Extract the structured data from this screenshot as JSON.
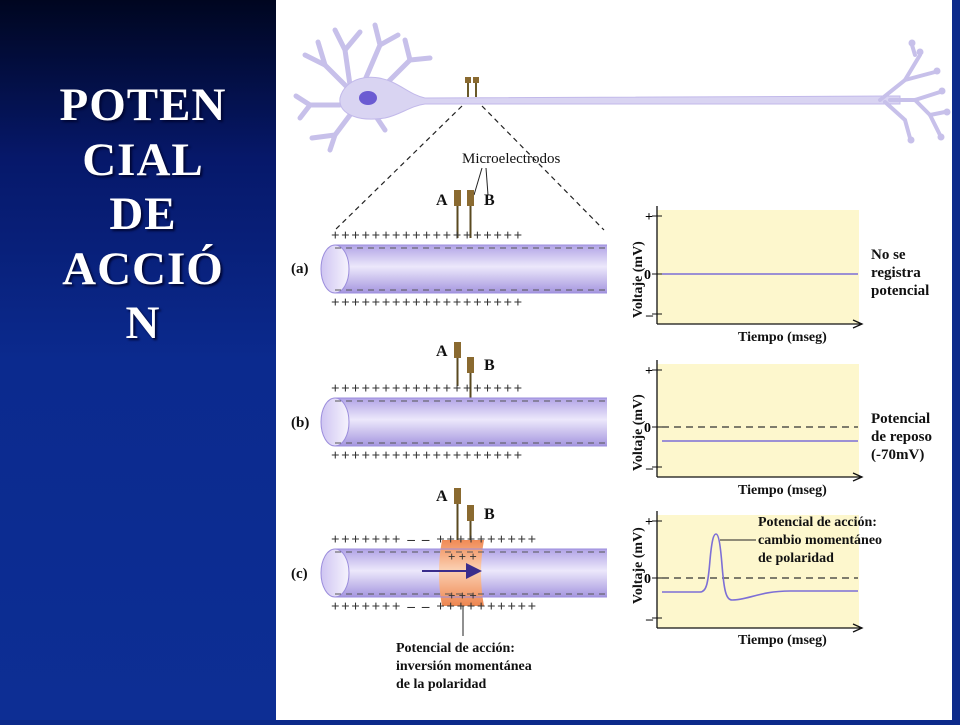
{
  "slide": {
    "title_lines": [
      "POTEN",
      "CIAL",
      "DE",
      "ACCIÓ",
      "N"
    ]
  },
  "diagram": {
    "microelectrodes_label": "Microelectrodos",
    "electrode_a": "A",
    "electrode_b": "B",
    "rows": [
      {
        "id": "a",
        "label": "(a)",
        "y_axis_label": "Voltaje (mV)",
        "x_axis_label": "Tiempo (mseg)",
        "plus": "+",
        "zero": "0",
        "minus": "–",
        "annotation": [
          "No se",
          "registra",
          "potencial"
        ]
      },
      {
        "id": "b",
        "label": "(b)",
        "y_axis_label": "Voltaje (mV)",
        "x_axis_label": "Tiempo (mseg)",
        "plus": "+",
        "zero": "0",
        "minus": "–",
        "annotation": [
          "Potencial",
          "de reposo",
          "(-70mV)"
        ]
      },
      {
        "id": "c",
        "label": "(c)",
        "y_axis_label": "Voltaje (mV)",
        "x_axis_label": "Tiempo (mseg)",
        "plus": "+",
        "zero": "0",
        "minus": "–",
        "annotation": [
          "Potencial de acción:",
          "cambio momentáneo",
          "de polaridad"
        ]
      }
    ],
    "axon_caption": [
      "Potencial de acción:",
      "inversión momentánea",
      "de la polaridad"
    ]
  },
  "colors": {
    "slide_background": "#0c2a8a",
    "graph_background": "#fdf7cd",
    "axon_fill": "#c7bbf0",
    "neuron_fill": "#d9d4f2",
    "action_zone": "#f4a77a"
  }
}
